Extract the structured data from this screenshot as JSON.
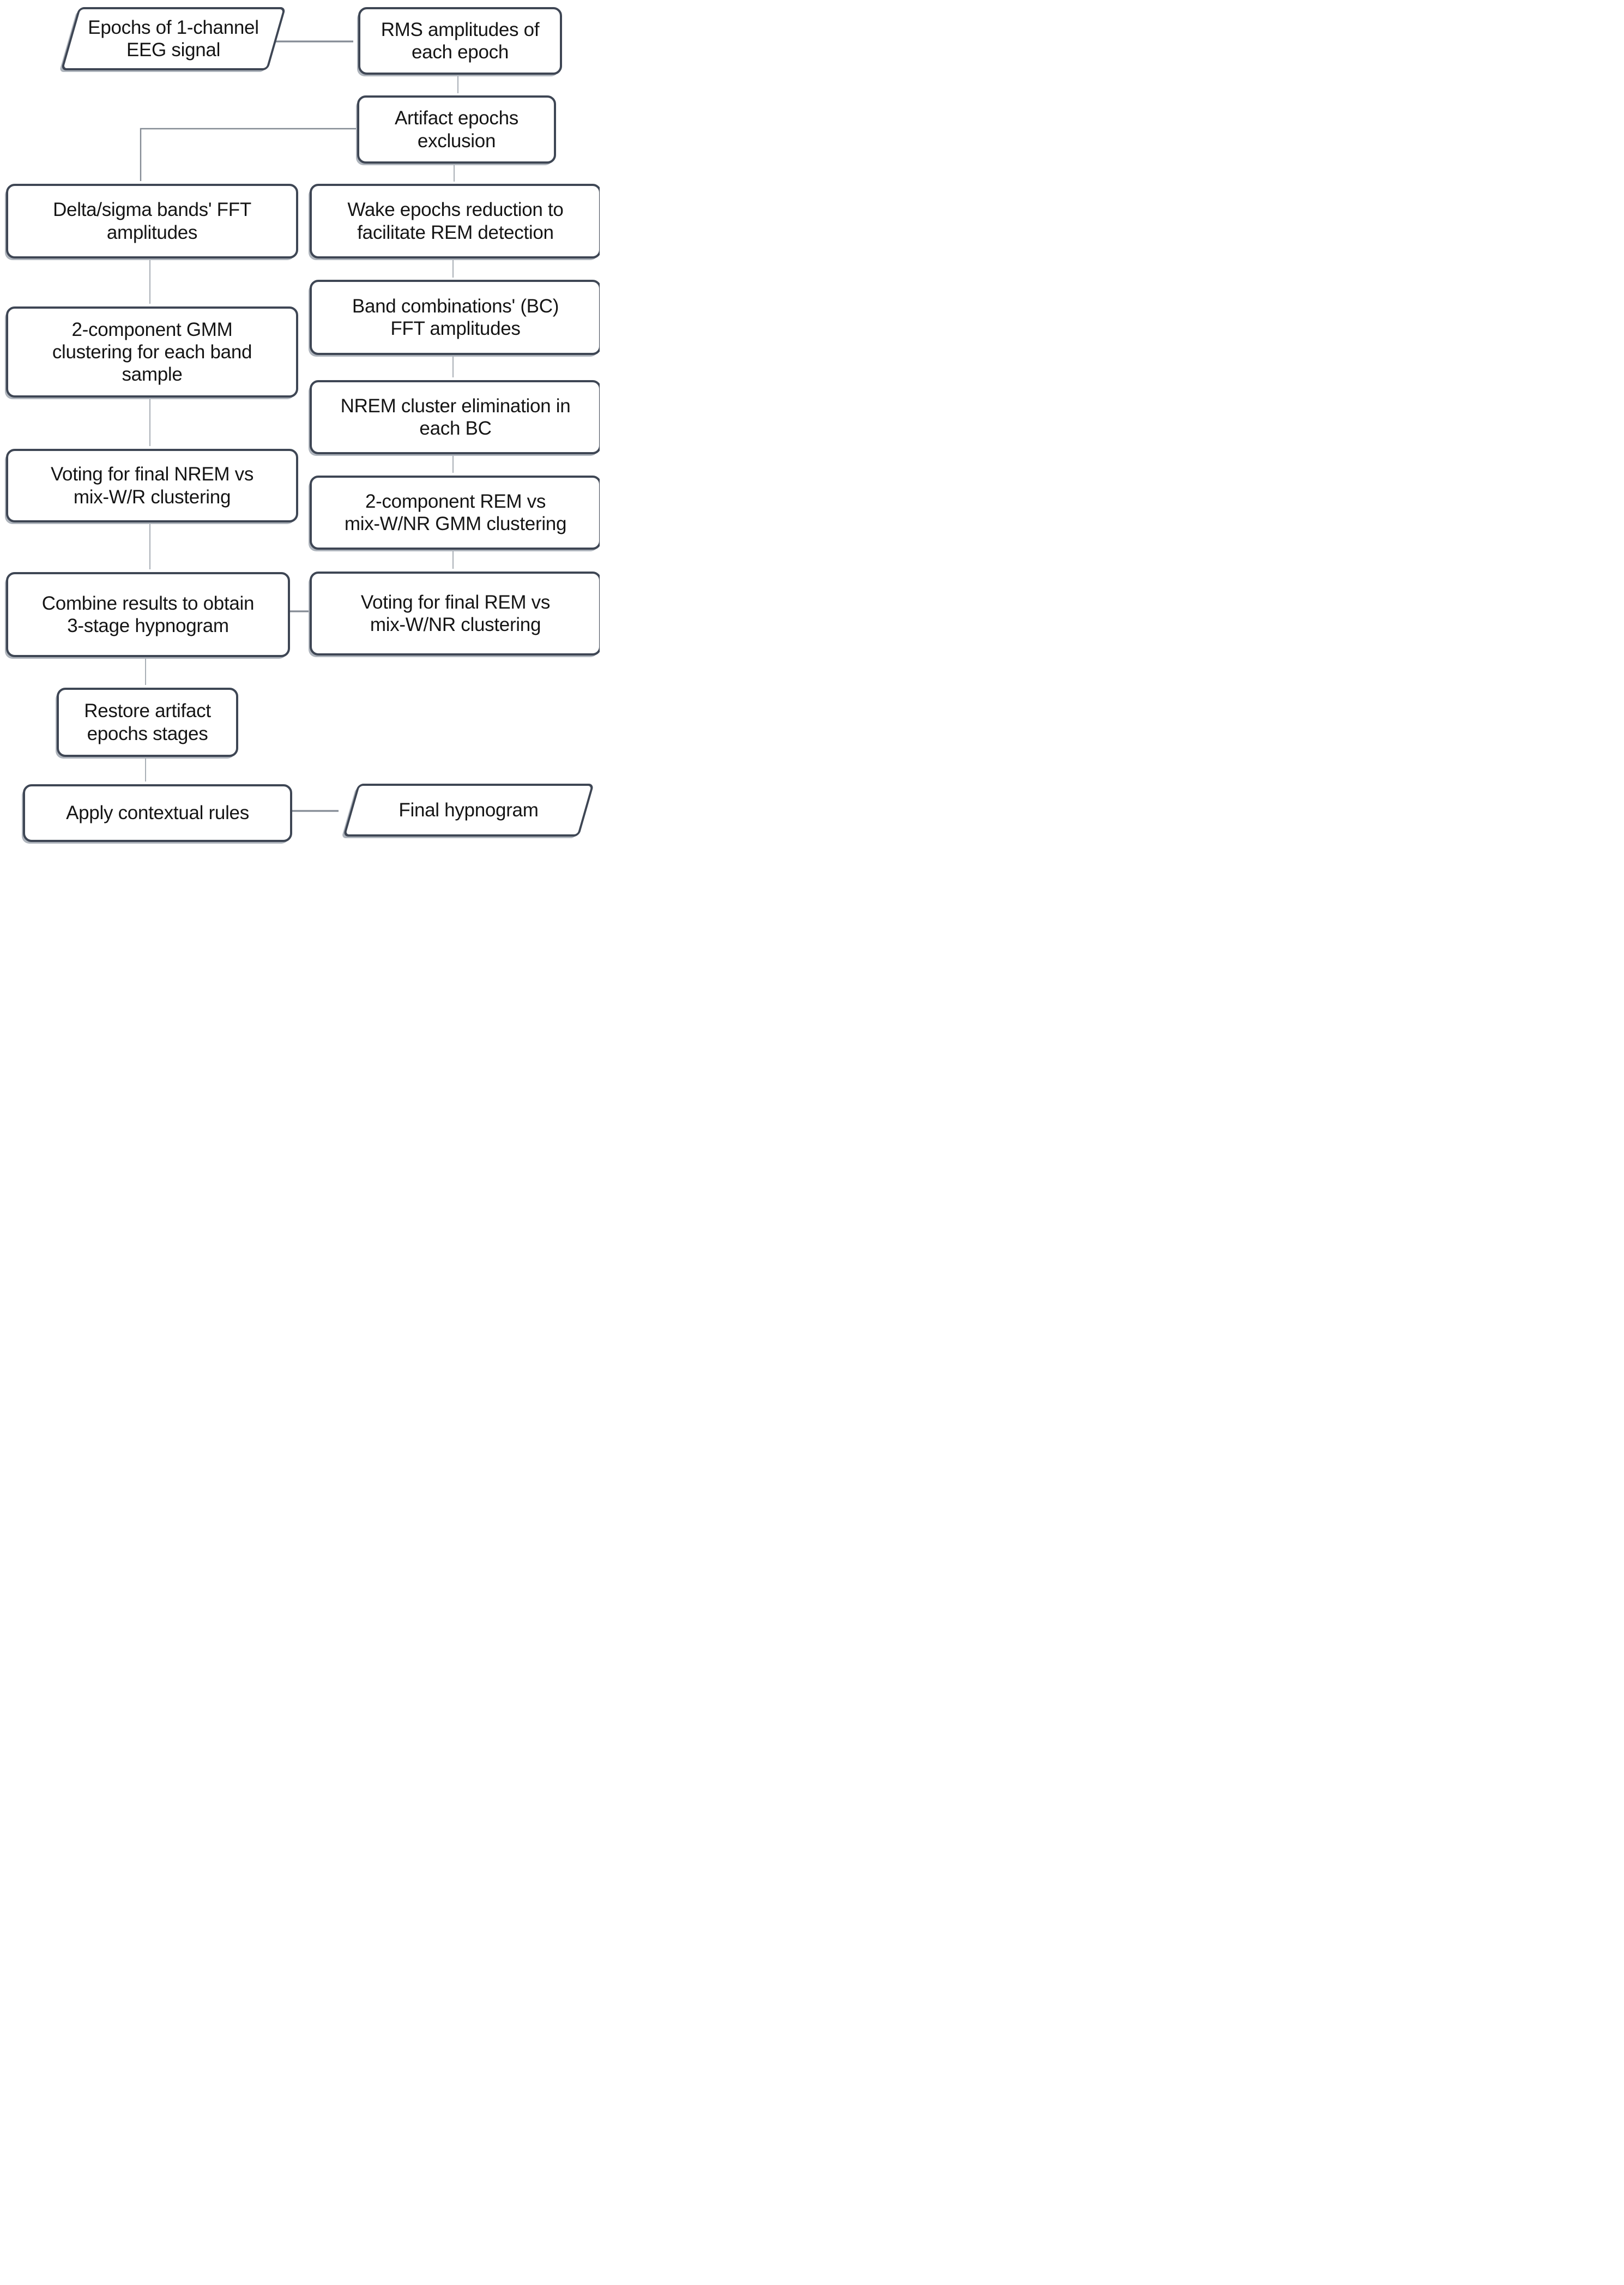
{
  "diagram": {
    "type": "flowchart",
    "description": "EEG sleep staging pipeline flowchart",
    "nodes": {
      "epochs_input": {
        "shape": "parallelogram",
        "label": [
          "Epochs of 1-channel",
          "EEG signal"
        ]
      },
      "rms": {
        "shape": "rounded-rect",
        "label": [
          "RMS amplitudes of",
          "each epoch"
        ]
      },
      "artifact": {
        "shape": "rounded-rect",
        "label": [
          "Artifact epochs",
          "exclusion"
        ]
      },
      "delta_sigma": {
        "shape": "rounded-rect",
        "label": [
          "Delta/sigma bands' FFT",
          "amplitudes"
        ]
      },
      "wake_reduction": {
        "shape": "rounded-rect",
        "label": [
          "Wake epochs reduction to",
          "facilitate REM detection"
        ]
      },
      "gmm_band": {
        "shape": "rounded-rect",
        "label": [
          "2-component GMM",
          "clustering for each band",
          "sample"
        ]
      },
      "band_combinations": {
        "shape": "rounded-rect",
        "label": [
          "Band combinations' (BC)",
          "FFT amplitudes"
        ]
      },
      "nrem_elimination": {
        "shape": "rounded-rect",
        "label": [
          "NREM cluster elimination in",
          "each BC"
        ]
      },
      "voting_nrem": {
        "shape": "rounded-rect",
        "label": [
          "Voting for final NREM vs",
          "mix-W/R clustering"
        ]
      },
      "rem_gmm": {
        "shape": "rounded-rect",
        "label": [
          "2-component REM vs",
          "mix-W/NR GMM clustering"
        ]
      },
      "combine_results": {
        "shape": "rounded-rect",
        "label": [
          "Combine results to obtain",
          "3-stage hypnogram"
        ]
      },
      "voting_rem": {
        "shape": "rounded-rect",
        "label": [
          "Voting for final REM vs",
          "mix-W/NR clustering"
        ]
      },
      "restore_artifact": {
        "shape": "rounded-rect",
        "label": [
          "Restore artifact",
          "epochs stages"
        ]
      },
      "apply_rules": {
        "shape": "rounded-rect",
        "label": [
          "Apply contextual rules"
        ]
      },
      "final_hypnogram": {
        "shape": "parallelogram",
        "label": [
          "Final hypnogram"
        ]
      }
    },
    "edges": [
      {
        "from": "epochs_input",
        "to": "rms"
      },
      {
        "from": "rms",
        "to": "artifact"
      },
      {
        "from": "artifact",
        "to": "delta_sigma"
      },
      {
        "from": "artifact",
        "to": "wake_reduction"
      },
      {
        "from": "delta_sigma",
        "to": "gmm_band"
      },
      {
        "from": "wake_reduction",
        "to": "band_combinations"
      },
      {
        "from": "band_combinations",
        "to": "nrem_elimination"
      },
      {
        "from": "gmm_band",
        "to": "voting_nrem"
      },
      {
        "from": "nrem_elimination",
        "to": "rem_gmm"
      },
      {
        "from": "voting_nrem",
        "to": "combine_results"
      },
      {
        "from": "rem_gmm",
        "to": "voting_rem"
      },
      {
        "from": "voting_rem",
        "to": "combine_results"
      },
      {
        "from": "combine_results",
        "to": "restore_artifact"
      },
      {
        "from": "restore_artifact",
        "to": "apply_rules"
      },
      {
        "from": "apply_rules",
        "to": "final_hypnogram"
      }
    ],
    "colors": {
      "box_border": "#3e4654",
      "box_fill": "#ffffff",
      "text": "#151515",
      "connector": "#9aa1a9",
      "connector_strong": "#848b94",
      "arrowhead": "#363e4a",
      "shadow": "#aeb4bc"
    }
  }
}
